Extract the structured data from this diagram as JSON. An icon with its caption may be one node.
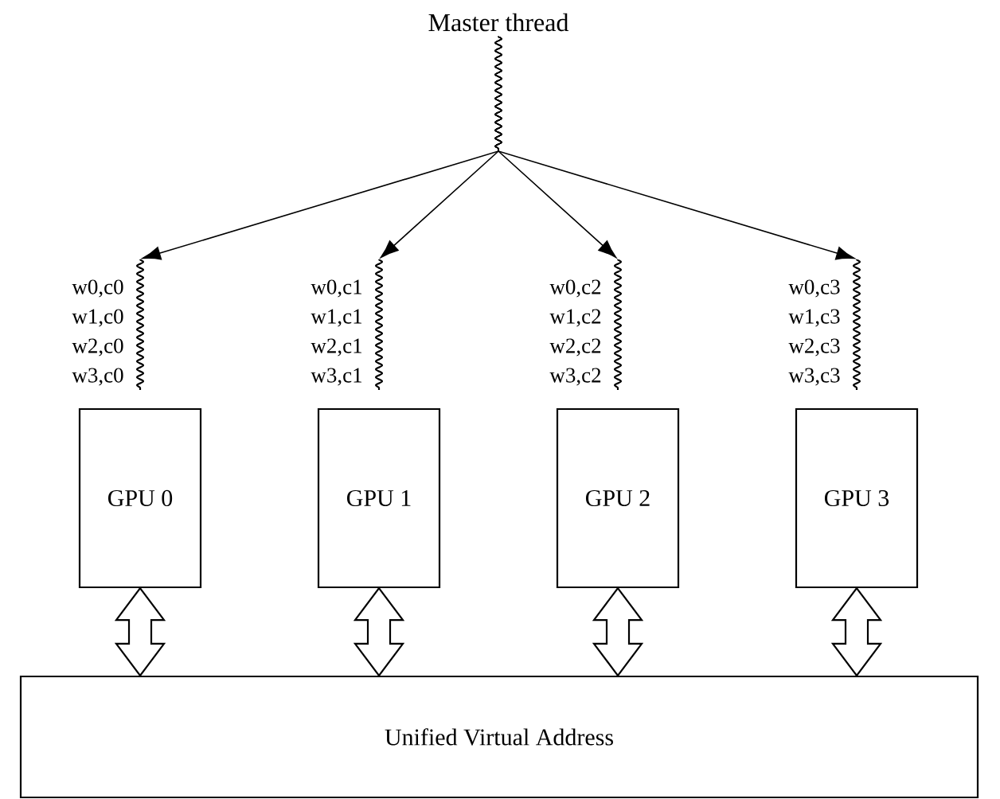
{
  "diagram": {
    "nodes": [
      {
        "text": [
          "Master thread"
        ]
      },
      {
        "text": [],
        "shape": "line",
        "beside": [
          "w0,c0 w1,c0 w2,c0 w3,c0"
        ]
      },
      {
        "text": [],
        "shape": "line",
        "beside": [
          "w0,c1 w1,c1 w2,c1 w3,c1"
        ]
      },
      {
        "text": [],
        "shape": "line",
        "beside": [
          "w0,c2 w1,c2 w2,c2 w3,c2"
        ]
      },
      {
        "text": [],
        "shape": "line",
        "beside": [
          "w0,c3 w1,c3 w2,c3 w3,c3"
        ]
      },
      {
        "text": [
          "GPU 0"
        ]
      },
      {
        "text": [
          "GPU 1"
        ]
      },
      {
        "text": [
          "GPU 2"
        ]
      },
      {
        "text": [
          "GPU 3"
        ]
      },
      {
        "text": [
          "Unified Virtual Address"
        ]
      }
    ],
    "edges": [
      {
        "from": 0,
        "to": 1,
        "arrow": "to"
      },
      {
        "from": 0,
        "to": 2,
        "arrow": "to"
      },
      {
        "from": 0,
        "to": 3,
        "arrow": "to"
      },
      {
        "from": 0,
        "to": 4,
        "arrow": "to"
      },
      {
        "from": 5,
        "to": 9,
        "arrow": "both"
      },
      {
        "from": 6,
        "to": 9,
        "arrow": "both"
      },
      {
        "from": 7,
        "to": 9,
        "arrow": "both"
      },
      {
        "from": 8,
        "to": 9,
        "arrow": "both"
      }
    ]
  }
}
